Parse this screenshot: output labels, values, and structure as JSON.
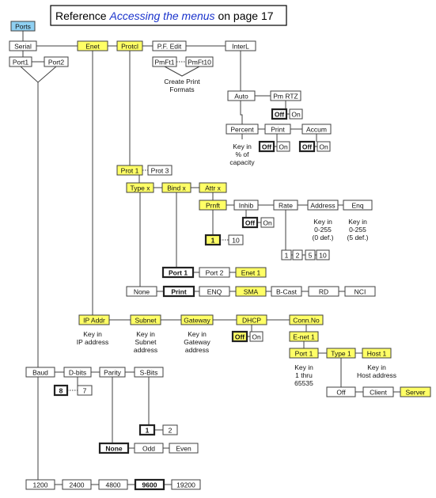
{
  "reference": {
    "prefix": "Reference ",
    "link": "Accessing the menus",
    "suffix": " on page 17"
  },
  "boxes": {
    "ports": "Ports",
    "serial": "Serial",
    "enet": "Enet",
    "protcl": "Protcl",
    "pfedit": "P.F. Edit",
    "interl": "InterL",
    "port1": "Port1",
    "port2": "Port2",
    "pmft1": "PmFt1",
    "pmft10": "PmFt10",
    "auto": "Auto",
    "pmrtz": "Pm RTZ",
    "off_rtz": "Off",
    "on_rtz": "On",
    "percent": "Percent",
    "print_il": "Print",
    "accum": "Accum",
    "off_print": "Off",
    "on_print": "On",
    "off_accum": "Off",
    "on_accum": "On",
    "prot1": "Prot 1",
    "prot3": "Prot 3",
    "typex": "Type x",
    "bindx": "Bind x",
    "attrx": "Attr x",
    "prnft": "Prnft",
    "inhib": "Inhib",
    "rate": "Rate",
    "address": "Address",
    "enq": "Enq",
    "off_inhib": "Off",
    "on_inhib": "On",
    "one": "1",
    "ten": "10",
    "r1": "1",
    "r2": "2",
    "r5": "5",
    "r10": "10",
    "bport1": "Port 1",
    "bport2": "Port 2",
    "benet1": "Enet 1",
    "none_t": "None",
    "print_t": "Print",
    "enq_t": "ENQ",
    "sma": "SMA",
    "bcast": "B-Cast",
    "rd": "RD",
    "nci": "NCI",
    "ipaddr": "IP Addr",
    "subnet": "Subnet",
    "gateway": "Gateway",
    "dhcp": "DHCP",
    "connno": "Conn.No",
    "off_dhcp": "Off",
    "on_dhcp": "On",
    "enet1c": "E-net 1",
    "cport1": "Port 1",
    "ctype1": "Type 1",
    "host1": "Host 1",
    "coff": "Off",
    "client": "Client",
    "server": "Server",
    "baud": "Baud",
    "dbits": "D-bits",
    "parity": "Parity",
    "sbits": "S-Bits",
    "d8": "8",
    "d7": "7",
    "s1": "1",
    "s2": "2",
    "p_none": "None",
    "p_odd": "Odd",
    "p_even": "Even",
    "b1200": "1200",
    "b2400": "2400",
    "b4800": "4800",
    "b9600": "9600",
    "b19200": "19200"
  },
  "notes": {
    "create_print": [
      "Create Print",
      "Formats"
    ],
    "capacity": [
      "Key in",
      "% of",
      "capacity"
    ],
    "addr_range": [
      "Key in",
      "0-255",
      "(0 def.)"
    ],
    "enq_range": [
      "Key in",
      "0-255",
      "(5 def.)"
    ],
    "ip_note": [
      "Key in",
      "IP address"
    ],
    "subnet_note": [
      "Key in",
      "Subnet",
      "address"
    ],
    "gateway_note": [
      "Key in",
      "Gateway",
      "address"
    ],
    "port_range": [
      "Key in",
      "1 thru",
      "65535"
    ],
    "host_note": [
      "Key in",
      "Host address"
    ]
  }
}
